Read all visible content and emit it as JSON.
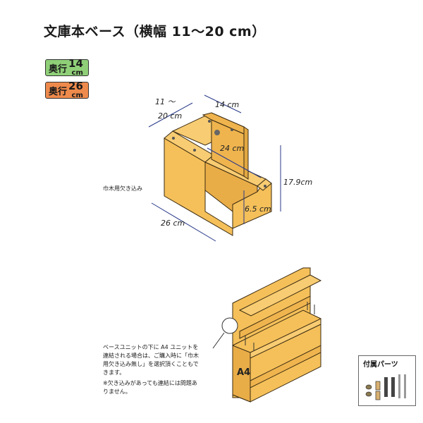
{
  "page": {
    "title": "文庫本ベース（横幅 11〜20 cm）"
  },
  "badges": [
    {
      "label": "奥行",
      "number": "14",
      "unit": "cm",
      "color": "#8fcf78"
    },
    {
      "label": "奥行",
      "number": "26",
      "unit": "cm",
      "color": "#ee8a4c"
    }
  ],
  "dimensions": {
    "width_range": "11〜\n20 cm",
    "width_line1": "11 〜",
    "width_line2": "20 cm",
    "top_depth": "14 cm",
    "slope": "24 cm",
    "height": "17.9cm",
    "base_height": "6.5 cm",
    "depth": "26 cm"
  },
  "labels": {
    "cutout": "巾木用欠き込み",
    "a4": "A4"
  },
  "notes": {
    "main_line1": "ベースユニットの下に A4 ユニットを",
    "main_line2": "連結される場合は、ご購入時に「巾木",
    "main_line3": "用欠き込み無し」を選択頂くこともで",
    "main_line4": "きます。",
    "sub_line1": "※欠き込みがあっても連結には問題あ",
    "sub_line2": "りません。"
  },
  "parts": {
    "title": "付属パーツ"
  },
  "colors": {
    "wood": "#f5c05a",
    "wood_dark": "#e3a843",
    "wood_side": "#efb44e",
    "line": "#3a2a10",
    "dim": "#2a3a8a"
  }
}
